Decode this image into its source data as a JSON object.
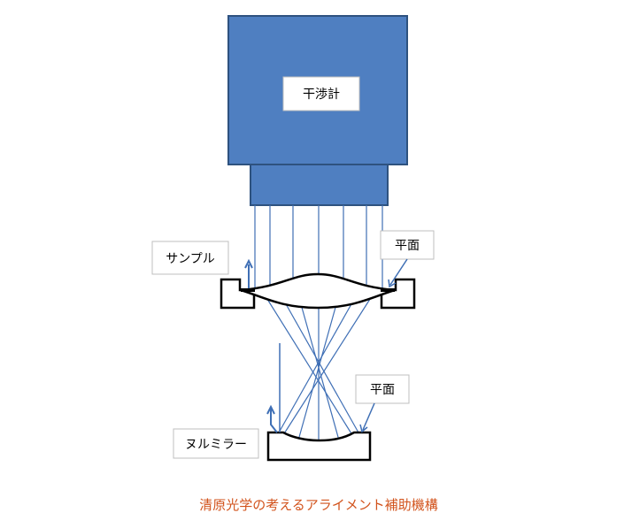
{
  "labels": {
    "interferometer": "干渉計",
    "sample": "サンプル",
    "flat_top": "平面",
    "flat_bottom": "平面",
    "null_mirror": "ヌルミラー"
  },
  "caption": "清原光学の考えるアライメント補助機構",
  "colors": {
    "interferometer_fill": "#4f7fc1",
    "interferometer_stroke": "#2e527f",
    "ray": "#3f6fb5",
    "caption": "#d2531c"
  }
}
